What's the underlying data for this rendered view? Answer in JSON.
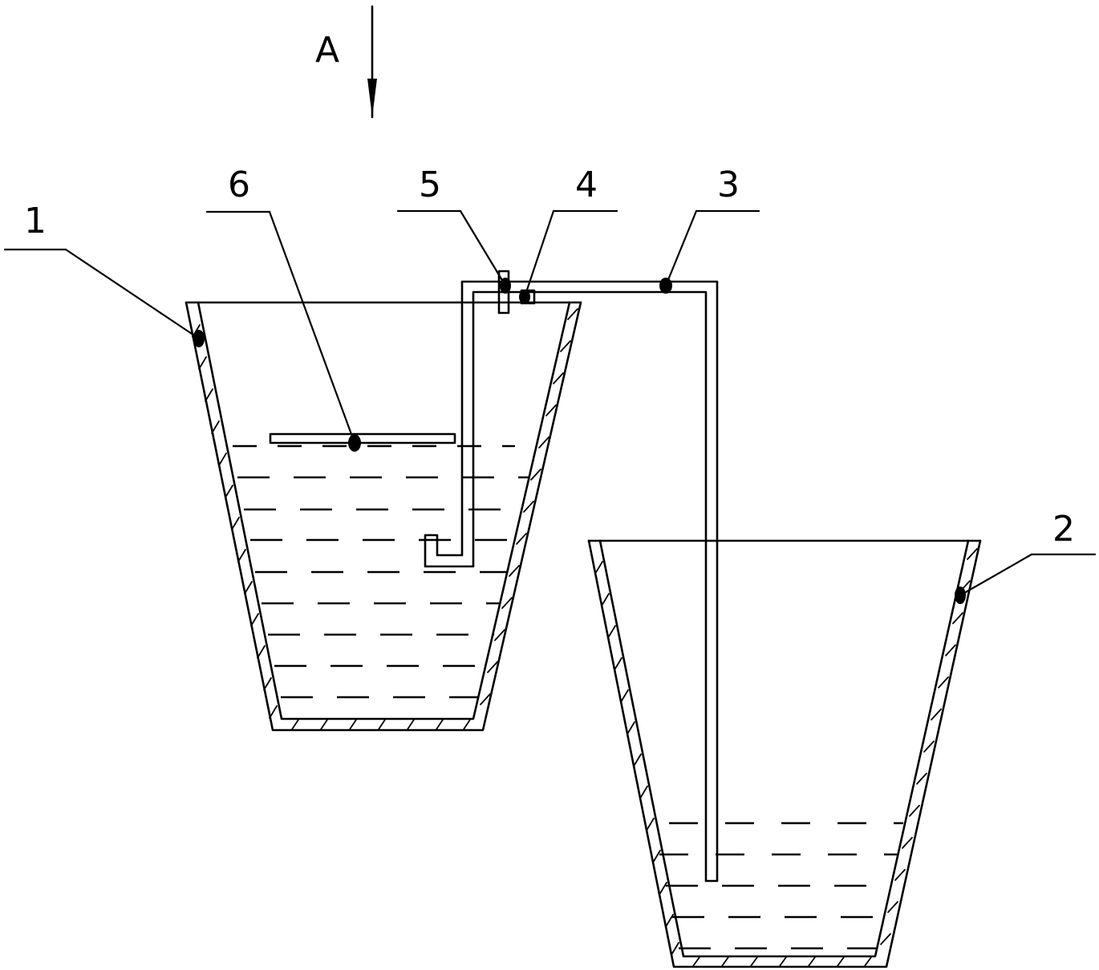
{
  "view_arrow": {
    "label": "A"
  },
  "callouts": [
    {
      "id": "1",
      "label": "1"
    },
    {
      "id": "2",
      "label": "2"
    },
    {
      "id": "3",
      "label": "3"
    },
    {
      "id": "4",
      "label": "4"
    },
    {
      "id": "5",
      "label": "5"
    },
    {
      "id": "6",
      "label": "6"
    }
  ]
}
